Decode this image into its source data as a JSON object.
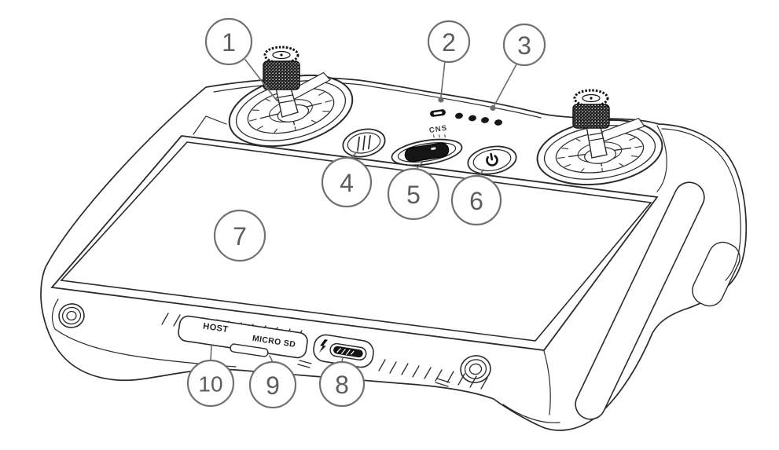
{
  "figure": {
    "type": "device line-art diagram",
    "subject": "drone remote controller with numbered callouts",
    "background_color": "#ffffff",
    "line_color": "#2b2b2b",
    "callout_color": "#6b6b6b"
  },
  "callouts": [
    "1",
    "2",
    "3",
    "4",
    "5",
    "6",
    "7",
    "8",
    "9",
    "10"
  ],
  "labels": {
    "host": "HOST",
    "micro_sd": "MICRO SD",
    "mode_switch": "CNS"
  },
  "icons": {
    "power": "power-icon",
    "pause": "pause-slashes-icon",
    "usb_charging": "lightning-bolt-icon"
  }
}
